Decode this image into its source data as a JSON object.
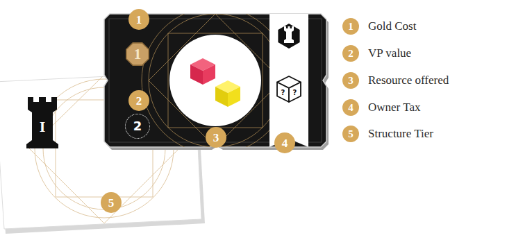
{
  "diagram": {
    "nodes": [
      {
        "text": [
          "1"
        ]
      },
      {
        "text": [
          "1"
        ]
      },
      {
        "text": [
          "2"
        ]
      },
      {
        "text": [
          "2"
        ]
      },
      {
        "text": [
          "3"
        ]
      },
      {
        "text": [
          "4"
        ]
      },
      {
        "text": [
          "5"
        ]
      },
      {
        "text": [
          "1",
          "Gold Cost"
        ]
      },
      {
        "text": [
          "2",
          "VP value"
        ]
      },
      {
        "text": [
          "3",
          "Resource offered"
        ]
      },
      {
        "text": [
          "4",
          "Owner Tax"
        ]
      },
      {
        "text": [
          "5",
          "Structure Tier"
        ]
      }
    ],
    "labels": [
      "I",
      "?",
      "?"
    ]
  }
}
